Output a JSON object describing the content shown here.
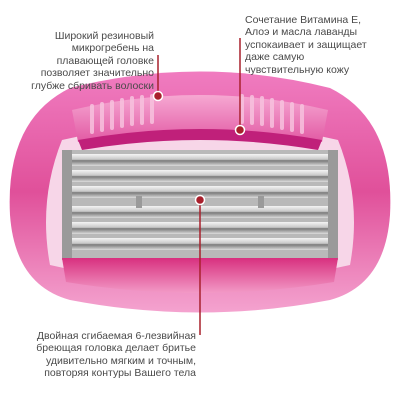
{
  "callouts": {
    "top_left": "Широкий резиновый\nмикрогребень на\nплавающей головке\nпозволяет значительно\nглубже сбривать волоски",
    "top_right": "Сочетание Витамина Е,\nАлоэ и масла лаванды\nуспокаивает и защищает\nдаже самую\nчувствительную кожу",
    "bottom_left": "Двойная сгибаемая 6-лезвийная\nбреющая головка делает бритье\nудивительно мягким и точным,\nповторяя контуры Вашего тела"
  },
  "colors": {
    "accent_red": "#a8202c",
    "pink_frame": "#e0509a",
    "magenta_band": "#c0207a",
    "comb_pink": "#e877b4",
    "text": "#4a4a4a"
  }
}
